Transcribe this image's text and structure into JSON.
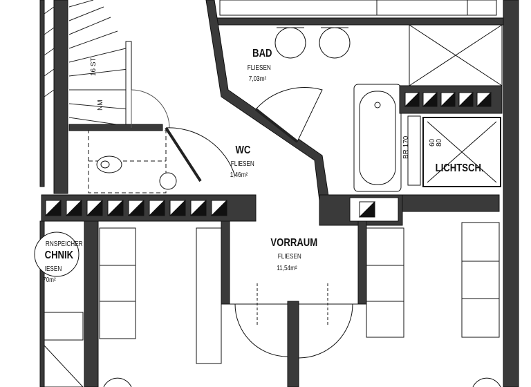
{
  "rooms": {
    "bad": {
      "name": "BAD",
      "finish": "FLIESEN",
      "area": "7,03m²"
    },
    "wc": {
      "name": "WC",
      "finish": "FLIESEN",
      "area": "1,46m²"
    },
    "vorraum": {
      "name": "VORRAUM",
      "finish": "FLIESEN",
      "area": "11,54m²"
    },
    "lichtschacht": {
      "name": "LICHTSCH."
    },
    "technik": {
      "line1": "RNSPEICHER",
      "line2": "CHNIK",
      "line3": "IESEN",
      "line4": "70m²"
    }
  },
  "annotations": {
    "stair_label": "16 ST",
    "stair_label2": "NM",
    "window_dims_a": "60",
    "window_dims_b": "80",
    "window_bottom": "BR 170"
  },
  "colors": {
    "wall": "#333333",
    "line": "#111111",
    "background": "#ffffff"
  }
}
